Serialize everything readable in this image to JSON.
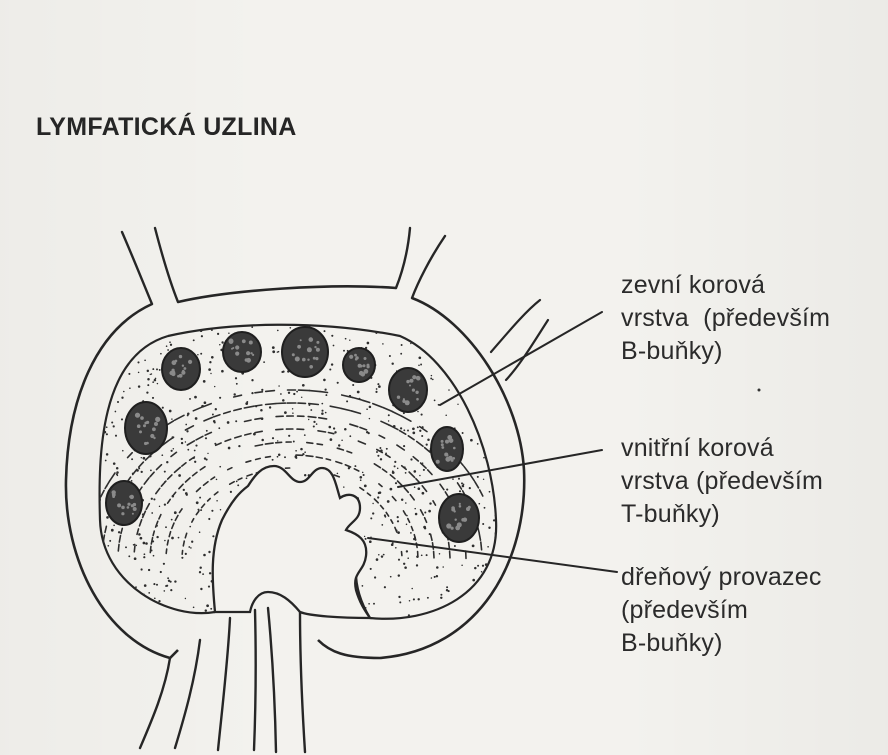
{
  "title": "LYMFATICKÁ UZLINA",
  "labels": {
    "outer_cortex": [
      "zevní korová",
      "vrstva  (především",
      "B-buňky)"
    ],
    "inner_cortex": [
      "vnitřní korová",
      "vrstva (především",
      "T-buňky)"
    ],
    "medullary_cord": [
      "dřeňový provazec",
      "(především",
      "B-buňky)"
    ]
  },
  "colors": {
    "ink": "#262626",
    "paper": "#f3f2ee"
  }
}
